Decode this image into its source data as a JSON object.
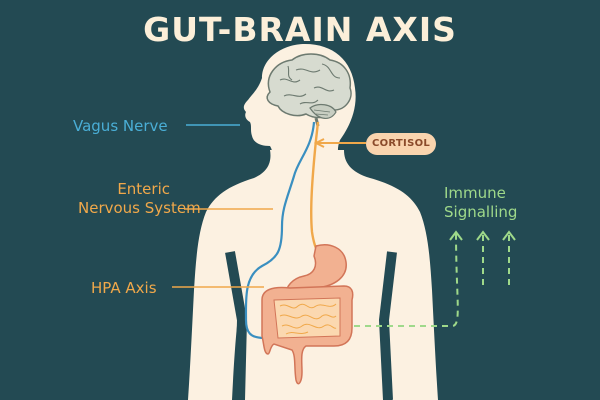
{
  "title": "GUT-BRAIN AXIS",
  "labels": {
    "vagus_nerve": "Vagus Nerve",
    "enteric_line1": "Enteric",
    "enteric_line2": "Nervous System",
    "hpa_axis": "HPA Axis",
    "cortisol": "CORTISOL",
    "immune_line1": "Immune",
    "immune_line2": "Signalling"
  },
  "colors": {
    "background": "#234a53",
    "title": "#fcefd9",
    "body_silhouette": "#fcf1e1",
    "vagus_nerve": "#3a8fc0",
    "vagus_label": "#4aaed6",
    "enteric_hpa": "#f0a84a",
    "cortisol_badge_bg": "#f9d4ae",
    "cortisol_text": "#8a4a2a",
    "immune": "#9fd98a",
    "brain": "#d7dbd0",
    "brain_outline": "#6d7a70",
    "gut": "#f2b191",
    "gut_outline": "#d27558"
  }
}
